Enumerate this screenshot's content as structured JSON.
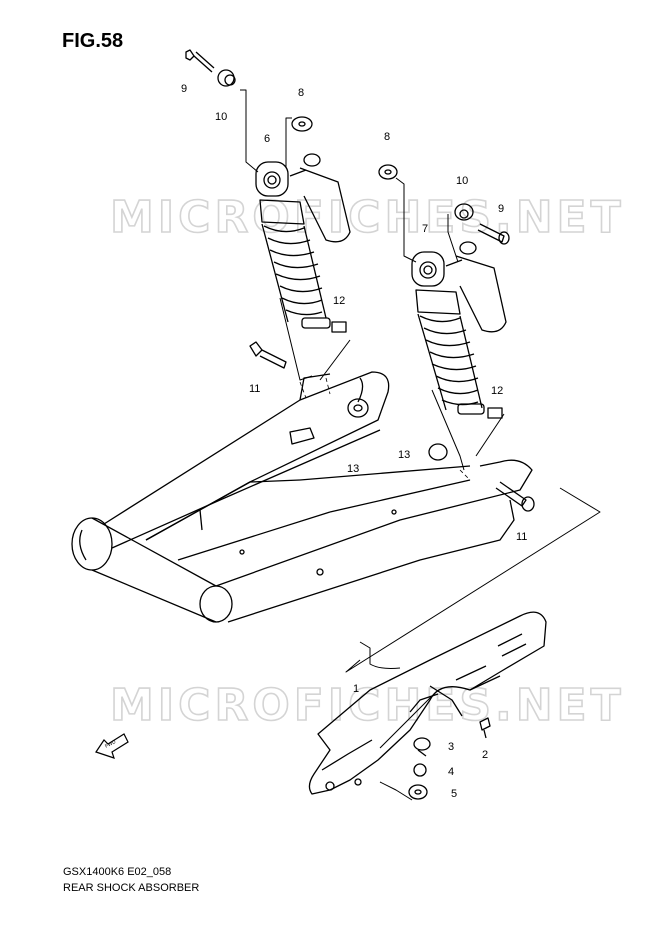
{
  "figure_title": "FIG.58",
  "watermark_text": "MICROFICHES.NET",
  "callouts": {
    "left_bolt": "9",
    "left_washer": "10",
    "left_plate": "8",
    "left_shock": "6",
    "left_collar": "12",
    "left_lower_bolt": "11",
    "left_nut": "13",
    "right_plate": "8",
    "right_washer": "10",
    "right_bolt": "9",
    "right_shock": "7",
    "right_collar": "12",
    "right_nut": "13",
    "right_lower_bolt": "11",
    "chain_cover": "1",
    "cover_screw": "2",
    "cover_bolt": "3",
    "cover_collar": "4",
    "cover_grommet": "5"
  },
  "direction_label": "FWD",
  "footer": {
    "model_code": "GSX1400K6 E02_058",
    "caption": "REAR SHOCK ABSORBER"
  }
}
